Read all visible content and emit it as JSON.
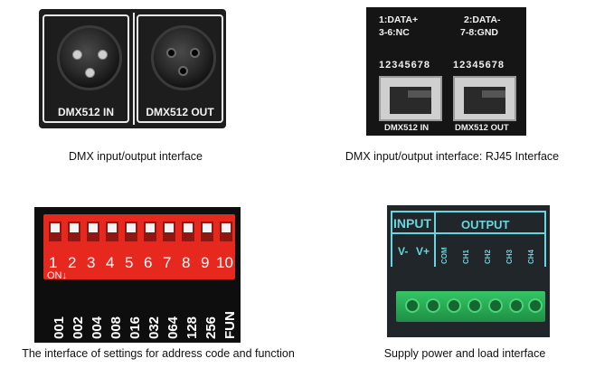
{
  "xlr_panel": {
    "in_label": "DMX512  IN",
    "out_label": "DMX512  OUT"
  },
  "rj45_panel": {
    "pin_info_left_1": "1:DATA+",
    "pin_info_left_2": "3-6:NC",
    "pin_info_right_1": "2:DATA-",
    "pin_info_right_2": "7-8:GND",
    "pin_numbers": "12345678",
    "in_label": "DMX512 IN",
    "out_label": "DMX512 OUT"
  },
  "dip_panel": {
    "numbers": [
      "1",
      "2",
      "3",
      "4",
      "5",
      "6",
      "7",
      "8",
      "9",
      "10"
    ],
    "on_label": "ON↓",
    "codes": [
      "001",
      "002",
      "004",
      "008",
      "016",
      "032",
      "064",
      "128",
      "256",
      "FUN"
    ]
  },
  "terminal_panel": {
    "input_label": "INPUT",
    "output_label": "OUTPUT",
    "v_minus": "V-",
    "v_plus": "V+",
    "channels": [
      "COM",
      "CH1",
      "CH2",
      "CH3",
      "CH4"
    ]
  },
  "captions": {
    "xlr": "DMX input/output interface",
    "rj45": "DMX input/output interface: RJ45 Interface",
    "dip": "The interface of settings for address code and function",
    "terminal": "Supply power and load interface"
  }
}
